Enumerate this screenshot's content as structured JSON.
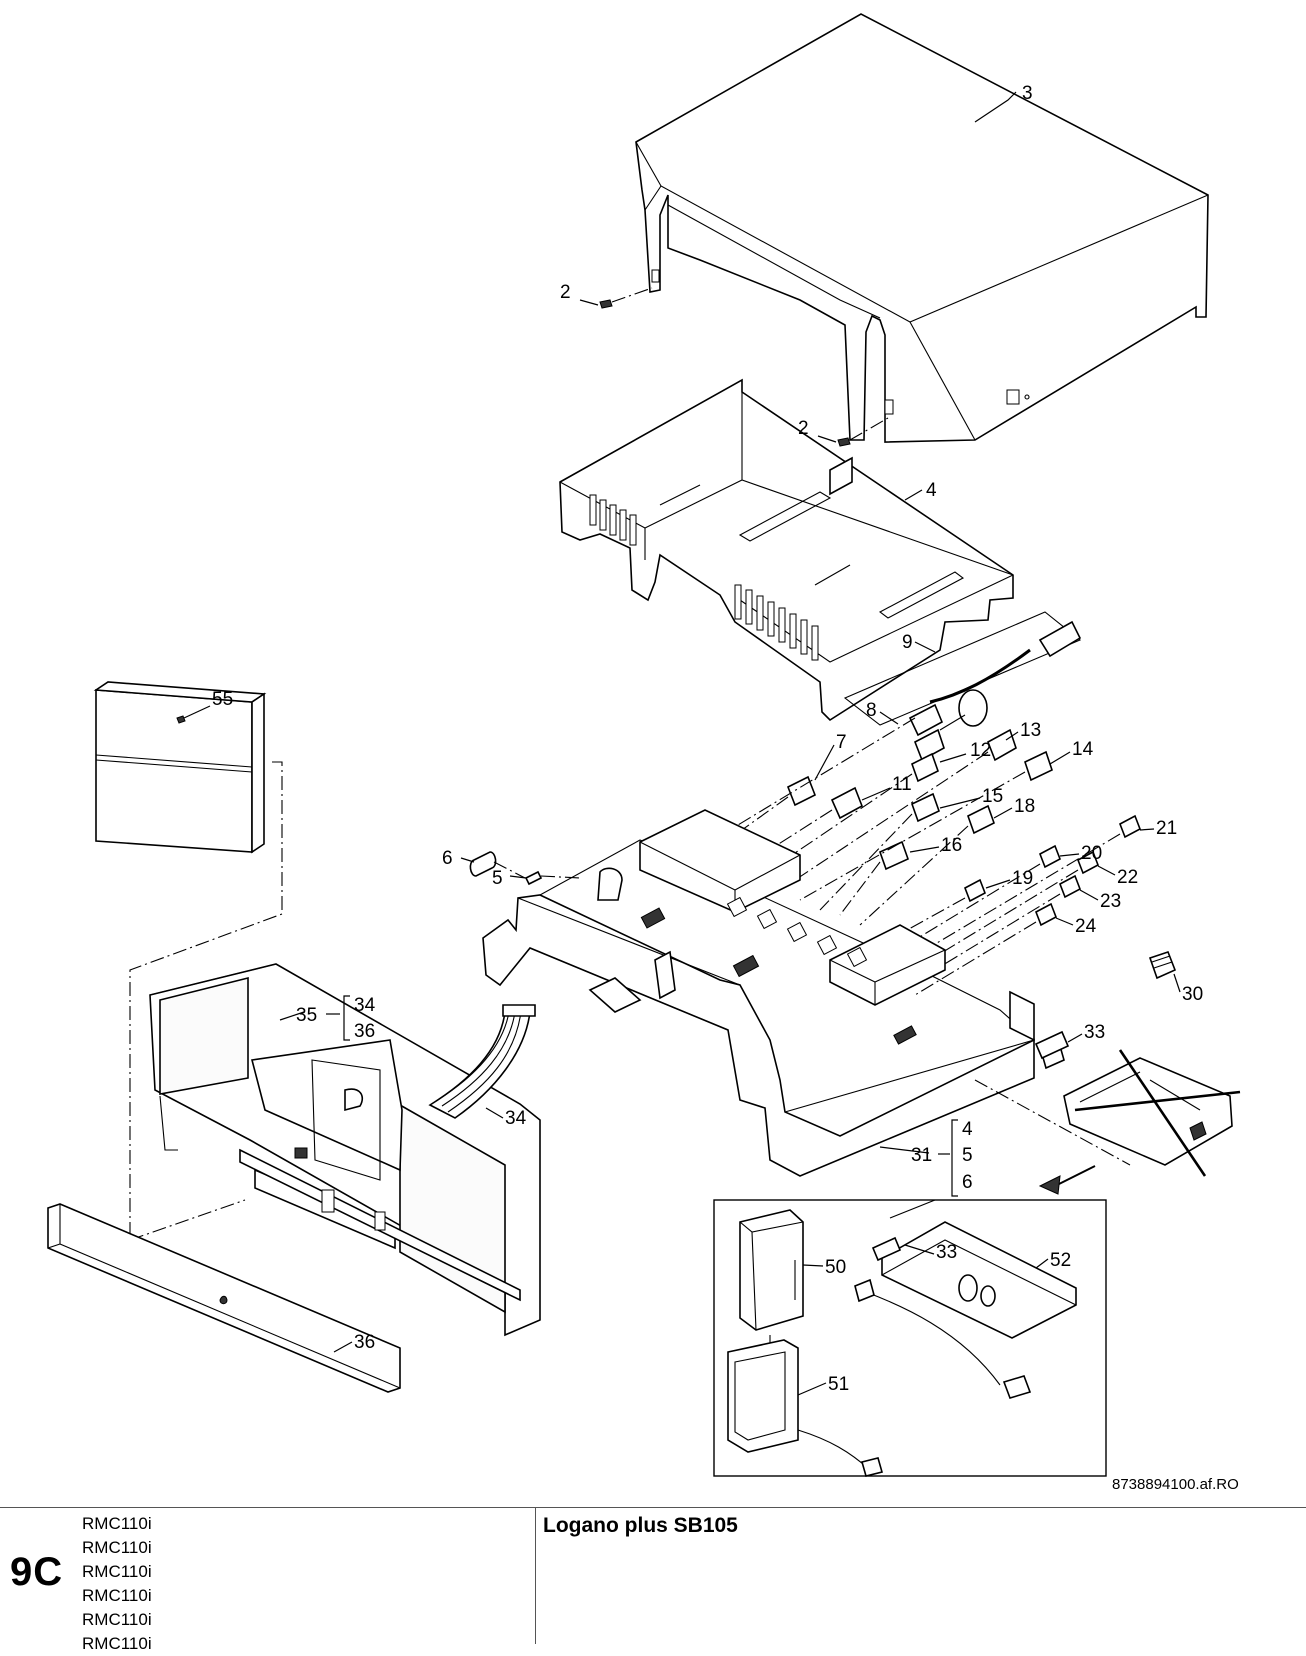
{
  "callouts": {
    "c2a": "2",
    "c2b": "2",
    "c3": "3",
    "c4": "4",
    "c5": "5",
    "c6": "6",
    "c7": "7",
    "c8": "8",
    "c9": "9",
    "c11": "11",
    "c12": "12",
    "c13": "13",
    "c14": "14",
    "c15": "15",
    "c16": "16",
    "c18": "18",
    "c19": "19",
    "c20": "20",
    "c21": "21",
    "c22": "22",
    "c23": "23",
    "c24": "24",
    "c30": "30",
    "c31": "31",
    "c33a": "33",
    "c33b": "33",
    "c34": "34",
    "c35": "35",
    "c36": "36",
    "c50": "50",
    "c51": "51",
    "c52": "52",
    "c55": "55"
  },
  "brackets": {
    "b35_top": "34",
    "b35_bottom": "36",
    "b31_top": "4",
    "b31_mid": "5",
    "b31_bottom": "6"
  },
  "drawing_ref": "8738894100.af.RO",
  "footer": {
    "section_code": "9C",
    "models": [
      "RMC110i",
      "RMC110i",
      "RMC110i",
      "RMC110i",
      "RMC110i",
      "RMC110i"
    ],
    "product": "Logano plus SB105"
  }
}
